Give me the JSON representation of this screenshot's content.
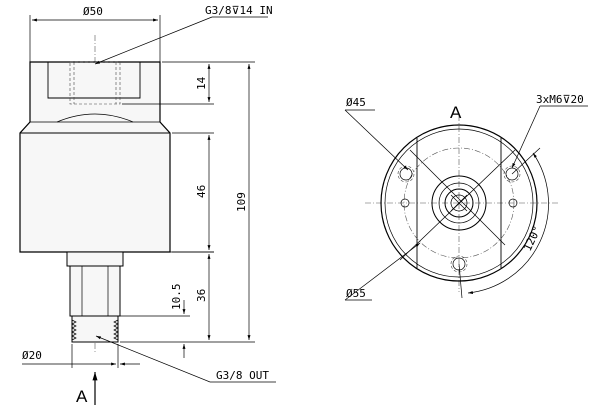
{
  "labels": {
    "top_diameter": "Ø50",
    "inlet_thread": "G3/8⊽14 IN",
    "outlet_thread": "G3/8 OUT",
    "bottom_diameter": "Ø20",
    "dim_14": "14",
    "dim_46": "46",
    "dim_109": "109",
    "dim_10_5": "10.5",
    "dim_36": "36",
    "view_a_side": "A",
    "view_a_end": "A",
    "pcd_45": "Ø45",
    "pcd_55": "Ø55",
    "holes": "3xM6⊽20",
    "angle": "120°"
  }
}
